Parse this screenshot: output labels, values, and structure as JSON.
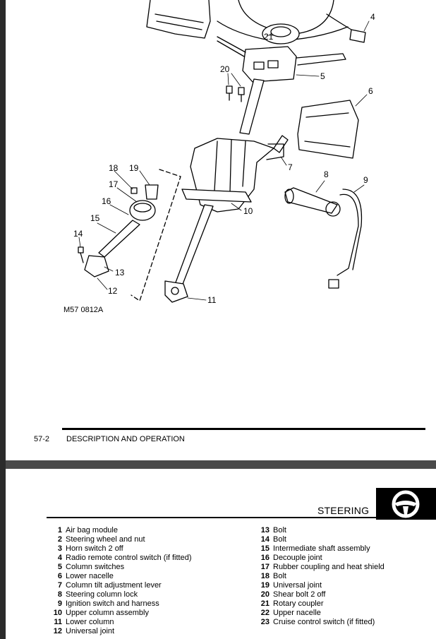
{
  "figure": {
    "reference": "M57 0812A",
    "callouts": {
      "c4": "4",
      "c5": "5",
      "c6": "6",
      "c7": "7",
      "c8": "8",
      "c9": "9",
      "c10": "10",
      "c11": "11",
      "c12": "12",
      "c13": "13",
      "c14": "14",
      "c15": "15",
      "c16": "16",
      "c17": "17",
      "c18": "18",
      "c19": "19",
      "c20": "20",
      "c21": "21"
    }
  },
  "footer": {
    "page_number": "57-2",
    "title": "DESCRIPTION AND OPERATION"
  },
  "header": {
    "section_title": "STEERING",
    "section_icon": "steering-wheel-icon"
  },
  "legend": {
    "left": [
      {
        "num": "1",
        "label": "Air bag module"
      },
      {
        "num": "2",
        "label": "Steering wheel and nut"
      },
      {
        "num": "3",
        "label": "Horn switch 2 off"
      },
      {
        "num": "4",
        "label": "Radio remote control switch (if fitted)"
      },
      {
        "num": "5",
        "label": "Column switches"
      },
      {
        "num": "6",
        "label": "Lower nacelle"
      },
      {
        "num": "7",
        "label": "Column tilt adjustment lever"
      },
      {
        "num": "8",
        "label": "Steering column lock"
      },
      {
        "num": "9",
        "label": "Ignition switch and harness"
      },
      {
        "num": "10",
        "label": "Upper column assembly"
      },
      {
        "num": "11",
        "label": "Lower column"
      },
      {
        "num": "12",
        "label": "Universal joint"
      }
    ],
    "right": [
      {
        "num": "13",
        "label": "Bolt"
      },
      {
        "num": "14",
        "label": "Bolt"
      },
      {
        "num": "15",
        "label": "Intermediate shaft assembly"
      },
      {
        "num": "16",
        "label": "Decouple joint"
      },
      {
        "num": "17",
        "label": "Rubber coupling and heat shield"
      },
      {
        "num": "18",
        "label": "Bolt"
      },
      {
        "num": "19",
        "label": "Universal joint"
      },
      {
        "num": "20",
        "label": "Shear bolt 2 off"
      },
      {
        "num": "21",
        "label": "Rotary coupler"
      },
      {
        "num": "22",
        "label": "Upper nacelle"
      },
      {
        "num": "23",
        "label": "Cruise control switch (if fitted)"
      }
    ]
  }
}
